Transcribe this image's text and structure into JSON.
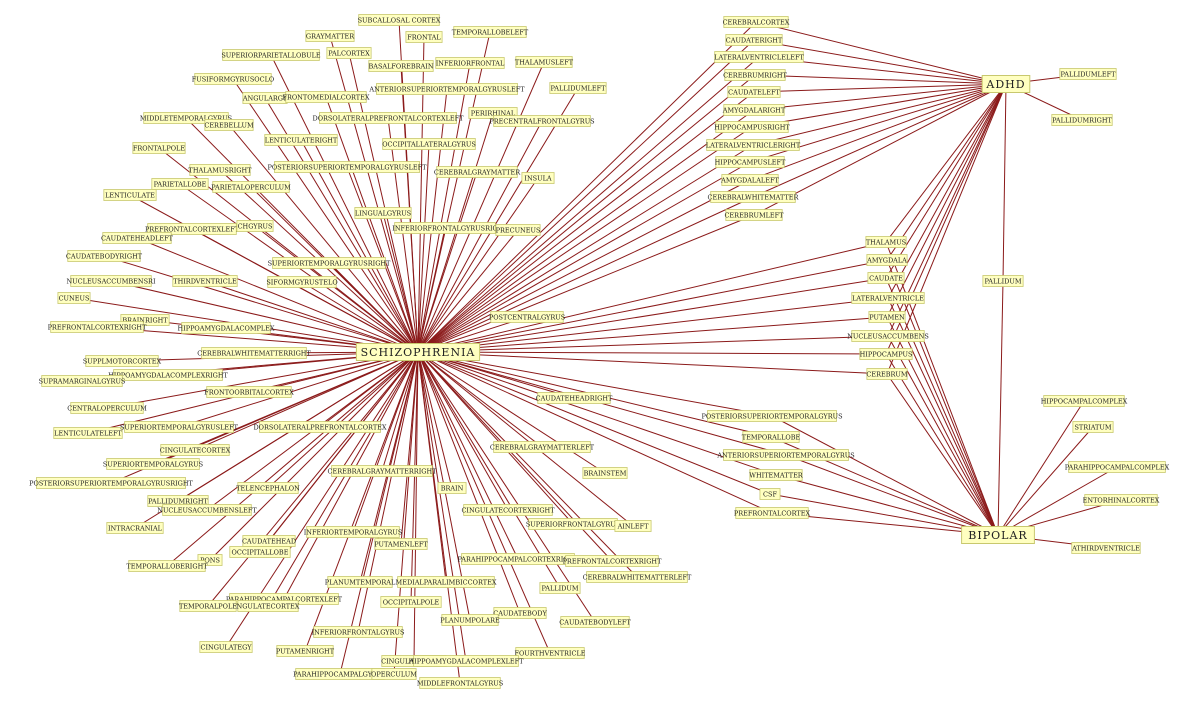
{
  "graph": {
    "edge_color": "#8b1a1a",
    "node_fill": "#ffffc0",
    "node_stroke": "#c8c86e",
    "hubs": [
      {
        "id": "SCHIZOPHRENIA",
        "label": "SCHIZOPHRENIA"
      },
      {
        "id": "ADHD",
        "label": "ADHD"
      },
      {
        "id": "BIPOLAR",
        "label": "BIPOLAR"
      }
    ],
    "nodes": [
      {
        "label": "SUBCALLOSAL CORTEX",
        "links": [
          "SCHIZOPHRENIA"
        ]
      },
      {
        "label": "GRAYMATTER",
        "links": [
          "SCHIZOPHRENIA"
        ]
      },
      {
        "label": "FRONTAL",
        "links": [
          "SCHIZOPHRENIA"
        ]
      },
      {
        "label": "TEMPORALLOBELEFT",
        "links": [
          "SCHIZOPHRENIA"
        ]
      },
      {
        "label": "SUPERIORPARIETALLOBULE",
        "links": [
          "SCHIZOPHRENIA"
        ]
      },
      {
        "label": "PALCORTEX",
        "links": [
          "SCHIZOPHRENIA"
        ]
      },
      {
        "label": "BASALFOREBRAIN",
        "links": [
          "SCHIZOPHRENIA"
        ]
      },
      {
        "label": "INFERIORFRONTAL",
        "links": [
          "SCHIZOPHRENIA"
        ]
      },
      {
        "label": "THALAMUSLEFT",
        "links": [
          "SCHIZOPHRENIA"
        ]
      },
      {
        "label": "FUSIFORMGYRUSOCLO",
        "links": [
          "SCHIZOPHRENIA"
        ]
      },
      {
        "label": "ANTERIORSUPERIORTEMPORALGYRUSLEFT",
        "links": [
          "SCHIZOPHRENIA"
        ]
      },
      {
        "label": "PALLIDUMLEFT",
        "links": [
          "SCHIZOPHRENIA"
        ]
      },
      {
        "label": "ANGULARGY",
        "links": [
          "SCHIZOPHRENIA"
        ]
      },
      {
        "label": "FRONTOMEDIALCORTEX",
        "links": [
          "SCHIZOPHRENIA"
        ]
      },
      {
        "label": "MIDDLETEMPORALGYRUS",
        "links": [
          "SCHIZOPHRENIA"
        ]
      },
      {
        "label": "CEREBELLUM",
        "links": [
          "SCHIZOPHRENIA"
        ]
      },
      {
        "label": "LENTICULATERIGHT",
        "links": [
          "SCHIZOPHRENIA"
        ]
      },
      {
        "label": "DORSOLATERALPREFRONTALCORTEXLEFT",
        "links": [
          "SCHIZOPHRENIA"
        ]
      },
      {
        "label": "PERIRHINAL",
        "links": [
          "SCHIZOPHRENIA"
        ]
      },
      {
        "label": "PRECENTRALFRONTALGYRUS",
        "links": [
          "SCHIZOPHRENIA"
        ]
      },
      {
        "label": "FRONTALPOLE",
        "links": [
          "SCHIZOPHRENIA"
        ]
      },
      {
        "label": "OCCIPITALLATERALGYRUS",
        "links": [
          "SCHIZOPHRENIA"
        ]
      },
      {
        "label": "POSTERIORSUPERIORTEMPORALGYRUSLEFT",
        "links": [
          "SCHIZOPHRENIA"
        ]
      },
      {
        "label": "THALAMUSRIGHT",
        "links": [
          "SCHIZOPHRENIA"
        ]
      },
      {
        "label": "CEREBRALGRAYMATTER",
        "links": [
          "SCHIZOPHRENIA"
        ]
      },
      {
        "label": "INSULA",
        "links": [
          "SCHIZOPHRENIA"
        ]
      },
      {
        "label": "PARIETALLOBE",
        "links": [
          "SCHIZOPHRENIA"
        ]
      },
      {
        "label": "PARIETALOPERCULUM",
        "links": [
          "SCHIZOPHRENIA"
        ]
      },
      {
        "label": "LENTICULATE",
        "links": [
          "SCHIZOPHRENIA"
        ]
      },
      {
        "label": "LINGUALGYRUS",
        "links": [
          "SCHIZOPHRENIA"
        ]
      },
      {
        "label": "PREFRONTALCORTEXLEFT",
        "links": [
          "SCHIZOPHRENIA"
        ]
      },
      {
        "label": "CHGYRUS",
        "links": [
          "SCHIZOPHRENIA"
        ]
      },
      {
        "label": "INFERIORFRONTALGYRUSRIG",
        "links": [
          "SCHIZOPHRENIA"
        ]
      },
      {
        "label": "PRECUNEUS",
        "links": [
          "SCHIZOPHRENIA"
        ]
      },
      {
        "label": "CAUDATEHEADLEFT",
        "links": [
          "SCHIZOPHRENIA"
        ]
      },
      {
        "label": "CAUDATEBODYRIGHT",
        "links": [
          "SCHIZOPHRENIA"
        ]
      },
      {
        "label": "SUPERIORTEMPORALGYRUSRIGHT",
        "links": [
          "SCHIZOPHRENIA"
        ]
      },
      {
        "label": "NUCLEUSACCUMBENSRI",
        "links": [
          "SCHIZOPHRENIA"
        ]
      },
      {
        "label": "THIRDVENTRICLE",
        "links": [
          "SCHIZOPHRENIA"
        ]
      },
      {
        "label": "SIFORMGYRUSTELO",
        "links": [
          "SCHIZOPHRENIA"
        ]
      },
      {
        "label": "CUNEUS",
        "links": [
          "SCHIZOPHRENIA"
        ]
      },
      {
        "label": "BRAINRIGHT",
        "links": [
          "SCHIZOPHRENIA"
        ]
      },
      {
        "label": "POSTCENTRALGYRUS",
        "links": [
          "SCHIZOPHRENIA"
        ]
      },
      {
        "label": "PREFRONTALCORTEXRIGHT",
        "links": [
          "SCHIZOPHRENIA"
        ]
      },
      {
        "label": "HIPPOAMYGDALACOMPLEX",
        "links": [
          "SCHIZOPHRENIA"
        ]
      },
      {
        "label": "SUPPLMOTORCORTEX",
        "links": [
          "SCHIZOPHRENIA"
        ]
      },
      {
        "label": "CEREBRALWHITEMATTERRIGHT",
        "links": [
          "SCHIZOPHRENIA"
        ]
      },
      {
        "label": "HIPPOAMYGDALACOMPLEXRIGHT",
        "links": [
          "SCHIZOPHRENIA"
        ]
      },
      {
        "label": "SUPRAMARGINALGYRUS",
        "links": [
          "SCHIZOPHRENIA"
        ]
      },
      {
        "label": "FRONTOORBITALCORTEX",
        "links": [
          "SCHIZOPHRENIA"
        ]
      },
      {
        "label": "CENTRALOPERCULUM",
        "links": [
          "SCHIZOPHRENIA"
        ]
      },
      {
        "label": "CAUDATEHEADRIGHT",
        "links": [
          "SCHIZOPHRENIA"
        ]
      },
      {
        "label": "LENTICULATELEFT",
        "links": [
          "SCHIZOPHRENIA"
        ]
      },
      {
        "label": "SUPERIORTEMPORALGYRUSLEFT",
        "links": [
          "SCHIZOPHRENIA"
        ]
      },
      {
        "label": "DORSOLATERALPREFRONTALCORTEX",
        "links": [
          "SCHIZOPHRENIA"
        ]
      },
      {
        "label": "CINGULATECORTEX",
        "links": [
          "SCHIZOPHRENIA"
        ]
      },
      {
        "label": "SUPERIORTEMPORALGYRUS",
        "links": [
          "SCHIZOPHRENIA"
        ]
      },
      {
        "label": "CEREBRALGRAYMATTERLEFT",
        "links": [
          "SCHIZOPHRENIA"
        ]
      },
      {
        "label": "POSTERIORSUPERIORTEMPORALGYRUSRIGHT",
        "links": [
          "SCHIZOPHRENIA"
        ]
      },
      {
        "label": "CEREBRALGRAYMATTERRIGHT",
        "links": [
          "SCHIZOPHRENIA"
        ]
      },
      {
        "label": "BRAINSTEM",
        "links": [
          "SCHIZOPHRENIA"
        ]
      },
      {
        "label": "TELENCEPHALON",
        "links": [
          "SCHIZOPHRENIA"
        ]
      },
      {
        "label": "BRAIN",
        "links": [
          "SCHIZOPHRENIA"
        ]
      },
      {
        "label": "PALLIDUMRIGHT",
        "links": [
          "SCHIZOPHRENIA"
        ]
      },
      {
        "label": "NUCLEUSACCUMBENSLEFT",
        "links": [
          "SCHIZOPHRENIA"
        ]
      },
      {
        "label": "CINGULATECORTEXRIGHT",
        "links": [
          "SCHIZOPHRENIA"
        ]
      },
      {
        "label": "SUPERIORFRONTALGYRUS",
        "links": [
          "SCHIZOPHRENIA"
        ]
      },
      {
        "label": "AINLEFT",
        "links": [
          "SCHIZOPHRENIA"
        ]
      },
      {
        "label": "INFERIORTEMPORALGYRUS",
        "links": [
          "SCHIZOPHRENIA"
        ]
      },
      {
        "label": "CAUDATEHEAD",
        "links": [
          "SCHIZOPHRENIA"
        ]
      },
      {
        "label": "INTRACRANIAL",
        "links": [
          "SCHIZOPHRENIA"
        ]
      },
      {
        "label": "PUTAMENLEFT",
        "links": [
          "SCHIZOPHRENIA"
        ]
      },
      {
        "label": "PONS",
        "links": [
          "SCHIZOPHRENIA"
        ]
      },
      {
        "label": "OCCIPITALLOBE",
        "links": [
          "SCHIZOPHRENIA"
        ]
      },
      {
        "label": "PARAHIPPOCAMPALCORTEXRIGHT",
        "links": [
          "SCHIZOPHRENIA"
        ]
      },
      {
        "label": "PREFRONTALCORTEXRIGHT",
        "links": [
          "SCHIZOPHRENIA"
        ]
      },
      {
        "label": "TEMPORALLOBERIGHT",
        "links": [
          "SCHIZOPHRENIA"
        ]
      },
      {
        "label": "CEREBRALWHITEMATTERLEFT",
        "links": [
          "SCHIZOPHRENIA"
        ]
      },
      {
        "label": "PLANUMTEMPORAL",
        "links": [
          "SCHIZOPHRENIA"
        ]
      },
      {
        "label": "MEDIALPARALIMBICCORTEX",
        "links": [
          "SCHIZOPHRENIA"
        ]
      },
      {
        "label": "PALLIDUM",
        "links": [
          "SCHIZOPHRENIA"
        ]
      },
      {
        "label": "PARAHIPPOCAMPALCORTEXLEFT",
        "links": [
          "SCHIZOPHRENIA"
        ]
      },
      {
        "label": "TEMPORALPOLE",
        "links": [
          "SCHIZOPHRENIA"
        ]
      },
      {
        "label": "NGULATECORTEX",
        "links": [
          "SCHIZOPHRENIA"
        ]
      },
      {
        "label": "OCCIPITALPOLE",
        "links": [
          "SCHIZOPHRENIA"
        ]
      },
      {
        "label": "CAUDATEBODY",
        "links": [
          "SCHIZOPHRENIA"
        ]
      },
      {
        "label": "PLANUMPOLARE",
        "links": [
          "SCHIZOPHRENIA"
        ]
      },
      {
        "label": "CAUDATEBODYLEFT",
        "links": [
          "SCHIZOPHRENIA"
        ]
      },
      {
        "label": "INFERIORFRONTALGYRUS",
        "links": [
          "SCHIZOPHRENIA"
        ]
      },
      {
        "label": "CINGULATEGY",
        "links": [
          "SCHIZOPHRENIA"
        ]
      },
      {
        "label": "PUTAMENRIGHT",
        "links": [
          "SCHIZOPHRENIA"
        ]
      },
      {
        "label": "FOURTHVENTRICLE",
        "links": [
          "SCHIZOPHRENIA"
        ]
      },
      {
        "label": "CINGULATECORTE",
        "links": [
          "SCHIZOPHRENIA"
        ]
      },
      {
        "label": "HIPPOAMYGDALACOMPLEXLEFT",
        "links": [
          "SCHIZOPHRENIA"
        ]
      },
      {
        "label": "PARAHIPPOCAMPALGYRUS",
        "links": [
          "SCHIZOPHRENIA"
        ]
      },
      {
        "label": "OPERCULUM",
        "links": [
          "SCHIZOPHRENIA"
        ]
      },
      {
        "label": "MIDDLEFRONTALGYRUS",
        "links": [
          "SCHIZOPHRENIA"
        ]
      },
      {
        "label": "CEREBRALCORTEX",
        "links": [
          "SCHIZOPHRENIA",
          "ADHD"
        ]
      },
      {
        "label": "CAUDATERIGHT",
        "links": [
          "SCHIZOPHRENIA",
          "ADHD"
        ]
      },
      {
        "label": "LATERALVENTRICLELEFT",
        "links": [
          "SCHIZOPHRENIA",
          "ADHD"
        ]
      },
      {
        "label": "CEREBRUMRIGHT",
        "links": [
          "SCHIZOPHRENIA",
          "ADHD"
        ]
      },
      {
        "label": "CAUDATELEFT",
        "links": [
          "SCHIZOPHRENIA",
          "ADHD"
        ]
      },
      {
        "label": "AMYGDALARIGHT",
        "links": [
          "SCHIZOPHRENIA",
          "ADHD"
        ]
      },
      {
        "label": "HIPPOCAMPUSRIGHT",
        "links": [
          "SCHIZOPHRENIA",
          "ADHD"
        ]
      },
      {
        "label": "LATERALVENTRICLERIGHT",
        "links": [
          "SCHIZOPHRENIA",
          "ADHD"
        ]
      },
      {
        "label": "HIPPOCAMPUSLEFT",
        "links": [
          "SCHIZOPHRENIA",
          "ADHD"
        ]
      },
      {
        "label": "AMYGDALALEFT",
        "links": [
          "SCHIZOPHRENIA",
          "ADHD"
        ]
      },
      {
        "label": "CEREBRALWHITEMATTER",
        "links": [
          "SCHIZOPHRENIA",
          "ADHD"
        ]
      },
      {
        "label": "CEREBRUMLEFT",
        "links": [
          "SCHIZOPHRENIA",
          "ADHD"
        ]
      },
      {
        "label": "PALLIDUMLEFT",
        "links": [
          "ADHD"
        ]
      },
      {
        "label": "PALLIDUMRIGHT",
        "links": [
          "ADHD"
        ]
      },
      {
        "label": "PALLIDUM",
        "links": [
          "ADHD",
          "BIPOLAR"
        ]
      },
      {
        "label": "THALAMUS",
        "links": [
          "SCHIZOPHRENIA",
          "ADHD",
          "BIPOLAR"
        ]
      },
      {
        "label": "AMYGDALA",
        "links": [
          "SCHIZOPHRENIA",
          "ADHD",
          "BIPOLAR"
        ]
      },
      {
        "label": "CAUDATE",
        "links": [
          "SCHIZOPHRENIA",
          "ADHD",
          "BIPOLAR"
        ]
      },
      {
        "label": "LATERALVENTRICLE",
        "links": [
          "SCHIZOPHRENIA",
          "ADHD",
          "BIPOLAR"
        ]
      },
      {
        "label": "PUTAMEN",
        "links": [
          "SCHIZOPHRENIA",
          "ADHD",
          "BIPOLAR"
        ]
      },
      {
        "label": "NUCLEUSACCUMBENS",
        "links": [
          "SCHIZOPHRENIA",
          "ADHD",
          "BIPOLAR"
        ]
      },
      {
        "label": "HIPPOCAMPUS",
        "links": [
          "SCHIZOPHRENIA",
          "ADHD",
          "BIPOLAR"
        ]
      },
      {
        "label": "CEREBRUM",
        "links": [
          "SCHIZOPHRENIA",
          "ADHD",
          "BIPOLAR"
        ]
      },
      {
        "label": "POSTERIORSUPERIORTEMPORALGYRUS",
        "links": [
          "SCHIZOPHRENIA",
          "BIPOLAR"
        ]
      },
      {
        "label": "TEMPORALLOBE",
        "links": [
          "SCHIZOPHRENIA",
          "BIPOLAR"
        ]
      },
      {
        "label": "ANTERIORSUPERIORTEMPORALGYRUS",
        "links": [
          "SCHIZOPHRENIA",
          "BIPOLAR"
        ]
      },
      {
        "label": "WHITEMATTER",
        "links": [
          "SCHIZOPHRENIA",
          "BIPOLAR"
        ]
      },
      {
        "label": "CSF",
        "links": [
          "SCHIZOPHRENIA",
          "BIPOLAR"
        ]
      },
      {
        "label": "PREFRONTALCORTEX",
        "links": [
          "SCHIZOPHRENIA",
          "BIPOLAR"
        ]
      },
      {
        "label": "HIPPOCAMPALCOMPLEX",
        "links": [
          "BIPOLAR"
        ]
      },
      {
        "label": "STRIATUM",
        "links": [
          "BIPOLAR"
        ]
      },
      {
        "label": "PARAHIPPOCAMPALCOMPLEX",
        "links": [
          "BIPOLAR"
        ]
      },
      {
        "label": "ENTORHINALCORTEX",
        "links": [
          "BIPOLAR"
        ]
      },
      {
        "label": "ATHIRDVENTRICLE",
        "links": [
          "BIPOLAR"
        ]
      }
    ]
  }
}
